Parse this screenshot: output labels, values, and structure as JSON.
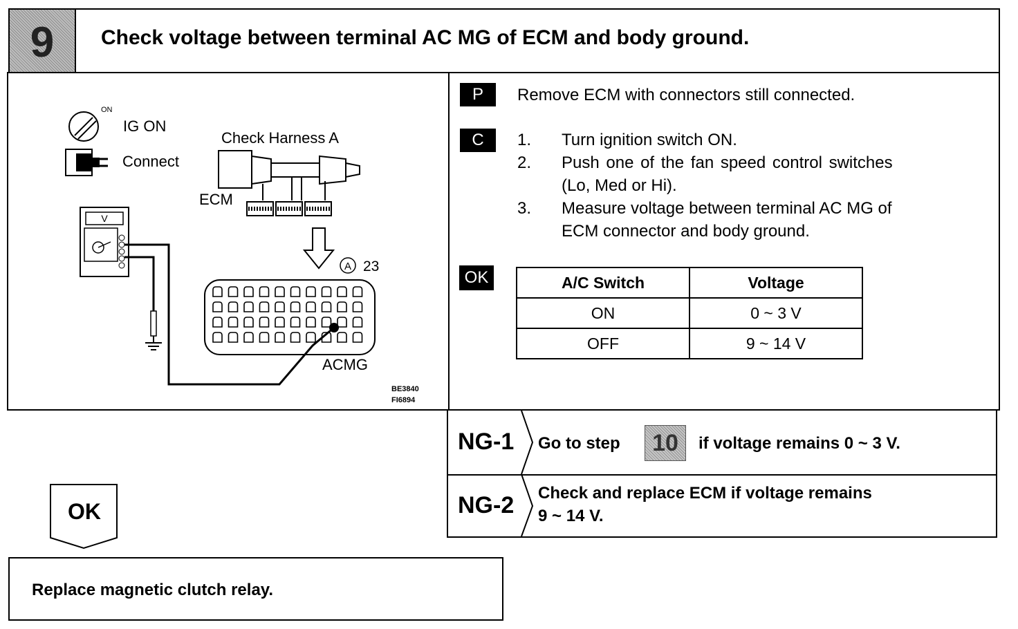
{
  "header": {
    "step_number": "9",
    "title": "Check voltage between terminal AC MG of ECM and body ground."
  },
  "diagram": {
    "switch_on_label": "ON",
    "ig_on": "IG ON",
    "connect": "Connect",
    "harness": "Check Harness A",
    "ecm": "ECM",
    "meter_label": "V",
    "connector_ref": "A",
    "connector_num": "23",
    "terminal": "ACMG",
    "code1": "BE3840",
    "code2": "FI6894"
  },
  "procedure": {
    "p_tag": "P",
    "p_text": "Remove ECM with connectors still connected.",
    "c_tag": "C",
    "steps": [
      {
        "num": "1.",
        "lines": [
          "Turn ignition switch ON."
        ]
      },
      {
        "num": "2.",
        "lines": [
          "Push one of the fan speed control switches",
          "(Lo, Med or Hi)."
        ]
      },
      {
        "num": "3.",
        "lines": [
          "Measure voltage between terminal AC MG of",
          "ECM connector and body ground."
        ]
      }
    ],
    "ok_tag": "OK"
  },
  "table": {
    "headers": [
      "A/C Switch",
      "Voltage"
    ],
    "rows": [
      [
        "ON",
        "0 ~ 3 V"
      ],
      [
        "OFF",
        "9 ~ 14 V"
      ]
    ]
  },
  "ng1": {
    "label": "NG-1",
    "pre": "Go to step",
    "step": "10",
    "post": "if voltage remains 0 ~ 3 V."
  },
  "ng2": {
    "label": "NG-2",
    "line1": "Check and replace ECM if voltage remains",
    "line2": "9 ~ 14 V."
  },
  "ok_box": {
    "label": "OK"
  },
  "result": {
    "text": "Replace magnetic clutch relay."
  }
}
